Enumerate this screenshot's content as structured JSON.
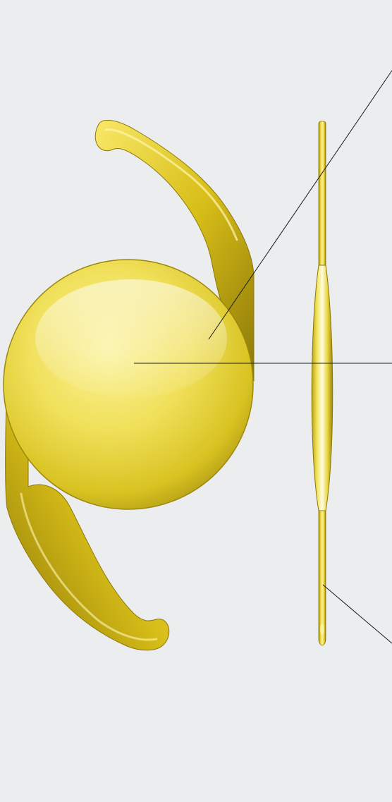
{
  "image": {
    "subject": "intraocular-lens",
    "views": [
      "front-view",
      "side-view"
    ],
    "colors": {
      "background": "#ECEDEE",
      "lens_light": "#FBF29A",
      "lens_mid": "#E8D53A",
      "lens_dark": "#A89312",
      "haptic_light": "#F7E25A",
      "haptic_mid": "#D8BE18",
      "haptic_dark": "#8C7808",
      "callout_line": "#1A1A1A"
    },
    "callouts": [
      {
        "name": "callout-upper"
      },
      {
        "name": "callout-middle"
      },
      {
        "name": "callout-lower"
      }
    ]
  }
}
